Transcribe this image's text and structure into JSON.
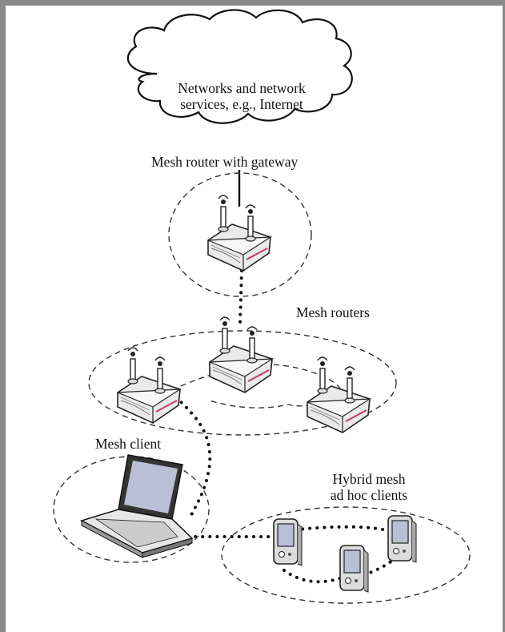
{
  "cloud": {
    "line1": "Networks and network",
    "line2": "services, e.g., Internet"
  },
  "labels": {
    "gateway": "Mesh router with gateway",
    "routers": "Mesh routers",
    "client": "Mesh client",
    "hybrid_line1": "Hybrid mesh",
    "hybrid_line2": "ad hoc clients"
  },
  "colors": {
    "frame": "#8a8a8a",
    "router_body": "#e6e6e6",
    "router_stripe": "#c23a6a",
    "dashed": "#333333",
    "screen": "#b9bfd6"
  },
  "icons": [
    "cloud-icon",
    "router-icon",
    "laptop-icon",
    "pda-icon"
  ]
}
